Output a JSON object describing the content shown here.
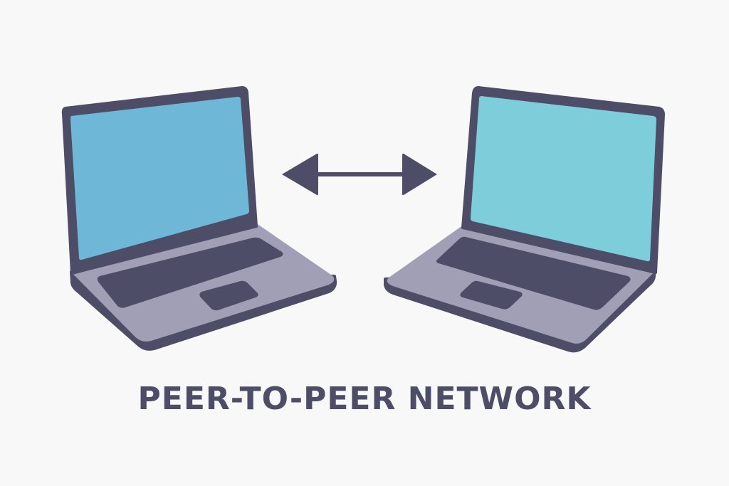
{
  "title": "PEER-TO-PEER NETWORK",
  "nodes": [
    {
      "id": "laptop-left",
      "type": "laptop",
      "screen_color": "#6fb7d6"
    },
    {
      "id": "laptop-right",
      "type": "laptop",
      "screen_color": "#7ecddb"
    }
  ],
  "edges": [
    {
      "from": "laptop-left",
      "to": "laptop-right",
      "direction": "bidirectional"
    }
  ],
  "colors": {
    "background": "#f8f8f8",
    "frame": "#4d4d68",
    "base": "#a09fb6",
    "text": "#4d4d68"
  }
}
